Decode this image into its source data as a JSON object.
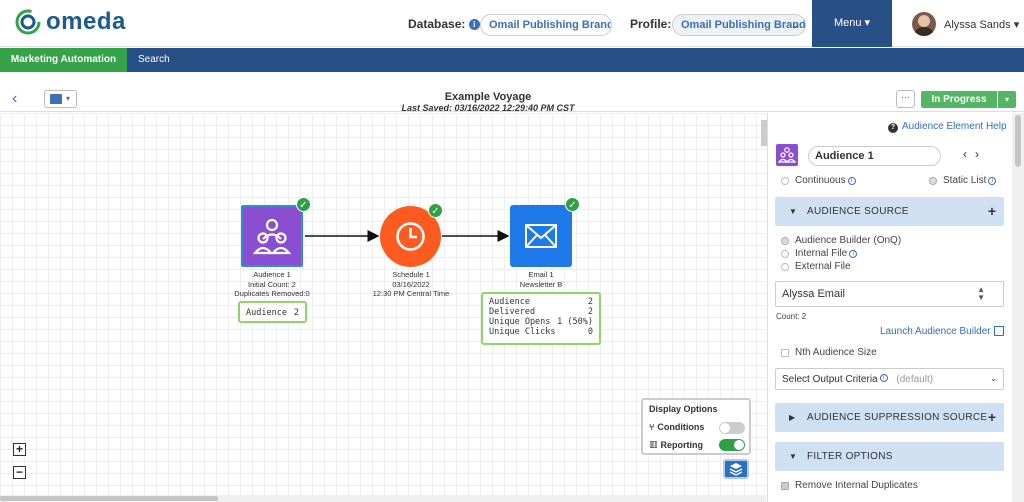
{
  "header": {
    "logo_text": "omeda",
    "database_label": "Database:",
    "database_value": "Omail Publishing Brand",
    "profile_label": "Profile:",
    "profile_value": "Omail Publishing Brand",
    "menu_label": "Menu ▾",
    "user_name": "Alyssa Sands ▾"
  },
  "nav": {
    "marketing_automation": "Marketing Automation",
    "search": "Search"
  },
  "toolbar": {
    "title": "Example Voyage",
    "last_saved": "Last Saved: 03/16/2022 12:29:40 PM CST",
    "more_label": "···",
    "status_label": "In Progress",
    "status_caret": "▾"
  },
  "canvas": {
    "nodes": {
      "audience": {
        "line1": "Audience 1",
        "line2": "Initial Count: 2",
        "line3": "Duplicates Removed:0",
        "report_label": "Audience",
        "report_value": "2"
      },
      "schedule": {
        "line1": "Schedule 1",
        "line2": "03/16/2022",
        "line3": "12:30 PM Central Time"
      },
      "email": {
        "line1": "Email 1",
        "line2": "Newsletter B",
        "report": [
          {
            "label": "Audience",
            "value": "2"
          },
          {
            "label": "Delivered",
            "value": "2"
          },
          {
            "label": "Unique Opens",
            "value": "1 (50%)"
          },
          {
            "label": "Unique Clicks",
            "value": "0"
          }
        ]
      }
    },
    "zoom_in": "+",
    "zoom_out": "−",
    "display_options": {
      "title": "Display Options",
      "conditions_label": "Conditions",
      "conditions_on": false,
      "reporting_label": "Reporting",
      "reporting_on": true
    }
  },
  "panel": {
    "help_link": "Audience Element Help",
    "element_name": "Audience 1",
    "mode_options": {
      "continuous": "Continuous",
      "static_list": "Static List"
    },
    "audience_source_header": "AUDIENCE SOURCE",
    "source_options": {
      "builder": "Audience Builder (OnQ)",
      "internal_file": "Internal File",
      "external_file": "External File"
    },
    "selected_audience": "Alyssa Email",
    "count_text": "Count: 2",
    "launch_link": "Launch Audience Builder",
    "nth_audience_label": "Nth Audience Size",
    "output_criteria_label": "Select Output Criteria",
    "output_criteria_value": "(default)",
    "suppression_header": "AUDIENCE SUPPRESSION SOURCE",
    "filter_header": "FILTER OPTIONS",
    "remove_dup_label": "Remove Internal Duplicates"
  },
  "colors": {
    "brand_blue": "#294f87",
    "green": "#36a24a",
    "audience_purple": "#8a4fd0",
    "schedule_orange": "#ff5a1f",
    "email_blue": "#1d7ae8",
    "report_border": "#8fd36a"
  }
}
